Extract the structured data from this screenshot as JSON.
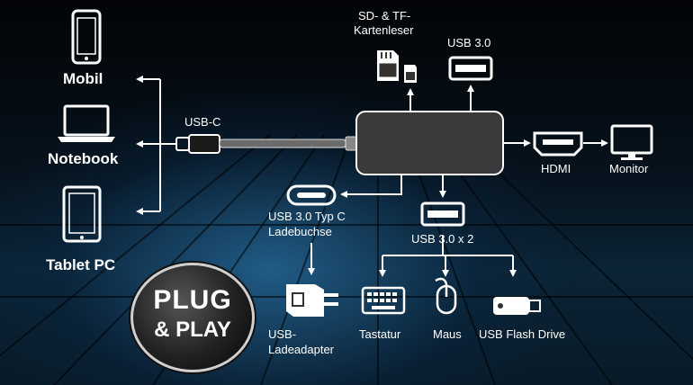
{
  "devices": {
    "mobil": "Mobil",
    "notebook": "Notebook",
    "tablet": "Tablet PC"
  },
  "hub": {
    "usb_c": "USB-C",
    "sd_tf_line1": "SD- & TF-",
    "sd_tf_line2": "Kartenleser",
    "usb30": "USB 3.0",
    "hdmi": "HDMI",
    "monitor": "Monitor",
    "typc_line1": "USB 3.0 Typ C",
    "typc_line2": "Ladebuchse",
    "usb30x2": "USB 3.0 x 2",
    "adapter_line1": "USB-",
    "adapter_line2": "Ladeadapter",
    "tastatur": "Tastatur",
    "maus": "Maus",
    "flash": "USB Flash Drive"
  },
  "badge": {
    "line1": "PLUG",
    "line2": "& PLAY"
  },
  "colors": {
    "line": "#ffffff",
    "background": "#0b2436",
    "badge": "#2a2a2a"
  }
}
